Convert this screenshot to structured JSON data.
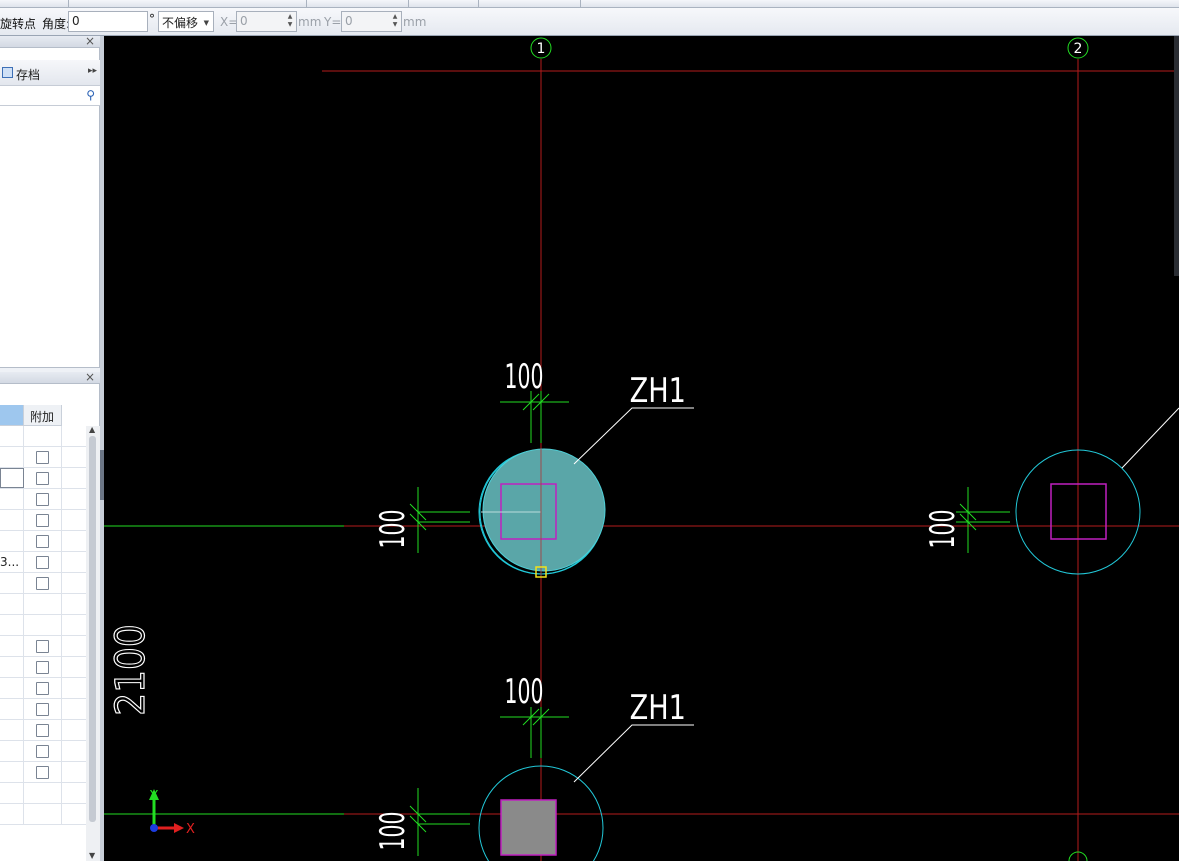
{
  "toolbar": {
    "rotate_point": "旋转点",
    "angle_label": "角度:",
    "angle_value": "0",
    "degree_symbol": "°",
    "offset_mode": "不偏移",
    "x_label": "X=",
    "x_value": "0",
    "x_unit": "mm",
    "y_label": "Y=",
    "y_value": "0",
    "y_unit": "mm"
  },
  "left_panel": {
    "archive_label": "存档",
    "column_extra": "附加",
    "truncated_row_text": "3..."
  },
  "drawing": {
    "axis_1": "1",
    "axis_2": "2",
    "pile_label_1": "ZH1",
    "pile_label_2": "ZH1",
    "dim_top_1": "100",
    "dim_top_2": "100",
    "dim_left_1": "100",
    "dim_left_2": "100",
    "dim_left_3": "100",
    "dim_vertical": "2100",
    "ucs_x": "X",
    "ucs_y": "Y"
  },
  "colors": {
    "canvas_bg": "#000000",
    "axis_line": "#c01f1f",
    "dimension": "#22dd22",
    "circle": "#22c8d8",
    "column_box": "#c020c0",
    "selected_fill": "#5aa6a8"
  }
}
